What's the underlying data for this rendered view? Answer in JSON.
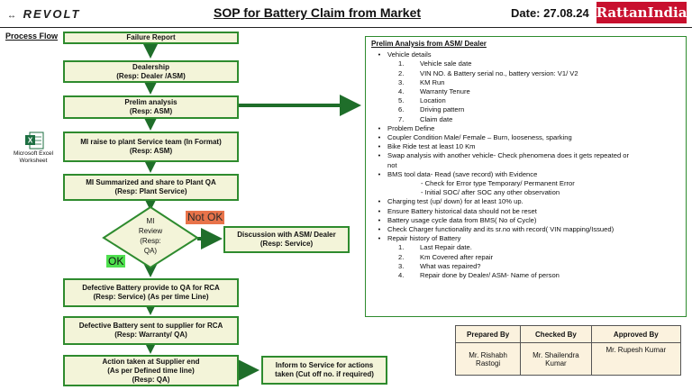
{
  "header": {
    "logo_text": "REVOLT",
    "title": "SOP for Battery Claim from Market",
    "date": "Date: 27.08.24",
    "brand": "RattanIndia"
  },
  "process_flow_label": "Process Flow",
  "excel": {
    "label_line1": "Microsoft Excel",
    "label_line2": "Worksheet"
  },
  "flow": {
    "failure_report": "Failure Report",
    "dealership": {
      "l1": "Dealership",
      "l2": "(Resp: Dealer /ASM)"
    },
    "prelim": {
      "l1": "Prelim analysis",
      "l2": "(Resp: ASM)"
    },
    "mi_raise": {
      "l1": "MI raise to plant Service team (In Format)",
      "l2": "(Resp: ASM)"
    },
    "mi_summarized": {
      "l1": "MI Summarized and share to Plant QA",
      "l2": "(Resp: Plant Service)"
    },
    "mi_review": {
      "l1": "MI",
      "l2": "Review",
      "l3": "(Resp:",
      "l4": "QA)"
    },
    "not_ok": "Not OK",
    "ok": "OK",
    "discussion": {
      "l1": "Discussion with ASM/  Dealer",
      "l2": "(Resp: Service)"
    },
    "defective_qa": {
      "l1": "Defective Battery provide to QA for RCA",
      "l2": "(Resp: Service) (As per time Line)"
    },
    "defective_supplier": {
      "l1": "Defective Battery sent to supplier for RCA",
      "l2": "(Resp: Warranty/ QA)"
    },
    "action_supplier": {
      "l1": "Action taken at Supplier end",
      "l2": "(As per Defined time line)",
      "l3": "(Resp: QA)"
    },
    "inform_service": {
      "l1": "Inform to Service for actions",
      "l2": "taken (Cut off no. if required)"
    }
  },
  "prelim_panel": {
    "title": "Prelim Analysis from ASM/ Dealer",
    "vehicle_details": "Vehicle details",
    "vehicle_items": [
      "Vehicle sale date",
      "VIN NO. & Battery serial no., battery version: V1/ V2",
      "KM Run",
      "Warranty Tenure",
      "Location",
      "Driving pattern",
      "Claim date"
    ],
    "problem_define": "Problem Define",
    "coupler": "Coupler Condition Male/ Female – Burn, looseness, sparking",
    "bike_ride": "Bike Ride test at least 10 Km",
    "swap_1": "Swap analysis with another vehicle- Check phenomena does it gets repeated or",
    "swap_2": "not",
    "bms": "BMS tool data- Read (save record) with Evidence",
    "bms_sub1": "- Check for Error type Temporary/ Permanent Error",
    "bms_sub2": "- Initial SOC/ after SOC any other observation",
    "charging": "Charging test (up/ down) for at least 10% up.",
    "ensure": "Ensure Battery historical data should not be reset",
    "usage": "Battery usage cycle data from BMS( No of Cycle)",
    "charger": "Check Charger functionality and its sr.no with record( VIN mapping/Issued)",
    "repair_history": "Repair history of Battery",
    "repair_items": [
      "Last Repair date.",
      "Km Covered after repair",
      "What was repaired?",
      "Repair done by Dealer/ ASM- Name of person"
    ]
  },
  "signoff": {
    "headers": [
      "Prepared By",
      "Checked By",
      "Approved By"
    ],
    "prepared": [
      "Mr. Rishabh",
      "Rastogi"
    ],
    "checked": [
      "Mr. Shailendra",
      "Kumar"
    ],
    "approved": "Mr. Rupesh Kumar"
  },
  "colors": {
    "box_fill": "#f3f4d9",
    "box_border": "#2e8b2e",
    "arrow": "#1f6e2a",
    "not_ok_bg": "#e8734a",
    "ok_bg": "#4fe04f",
    "brand_red": "#c8102e",
    "signoff_bg": "#fbf2de"
  }
}
